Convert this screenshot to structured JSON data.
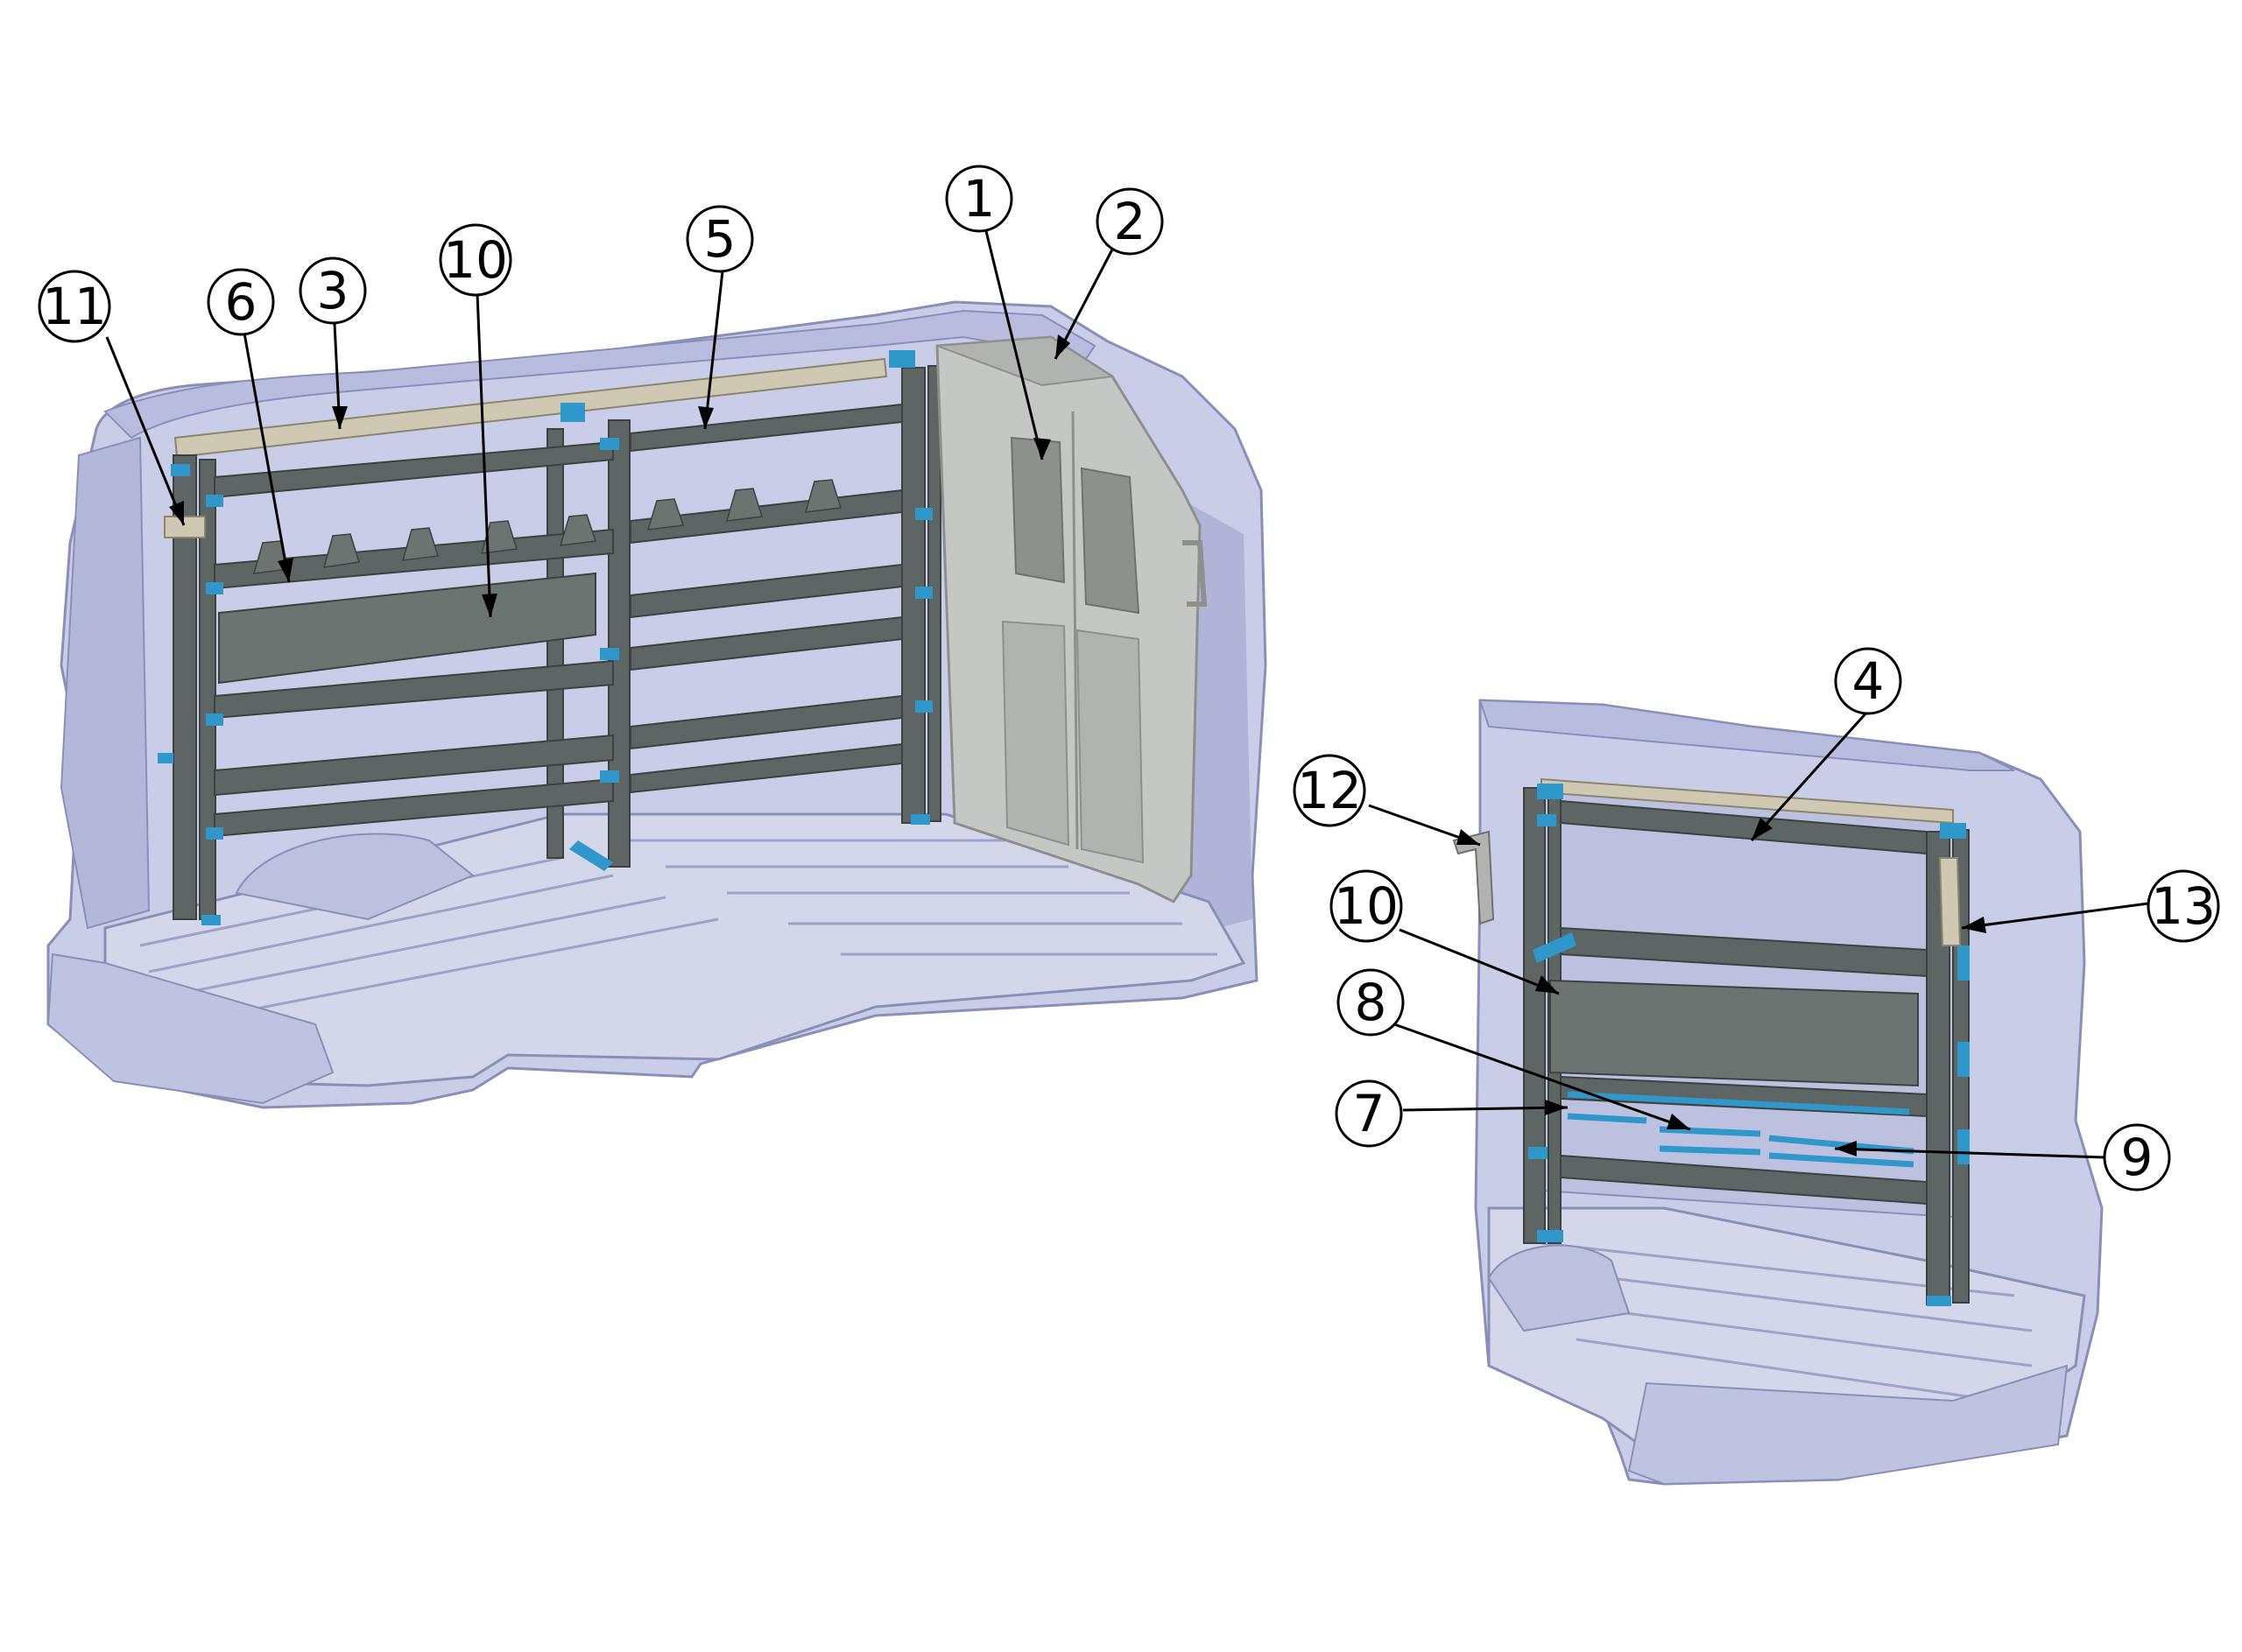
{
  "figure": {
    "colors": {
      "van_body": "#c9cde8",
      "van_body_shade": "#a9aed3",
      "floor": "#d4d7ea",
      "floor_line": "#9da2c6",
      "shelf_frame": "#5d6664",
      "shelf_dark": "#4b5351",
      "bracket": "#2f97c9",
      "partition": "#c5c7c4",
      "partition_dark": "#8d908c",
      "bin": "#6c7472",
      "callout_stroke": "#000000"
    },
    "views": [
      "left-wall-shelving-view",
      "rear-partition-view"
    ],
    "callouts": [
      {
        "id": "c1",
        "label": "1",
        "view": "left-wall-shelving-view",
        "part": "partition-panel"
      },
      {
        "id": "c2",
        "label": "2",
        "view": "left-wall-shelving-view",
        "part": "partition-top-edge"
      },
      {
        "id": "c3",
        "label": "3",
        "view": "left-wall-shelving-view",
        "part": "top-rail"
      },
      {
        "id": "c5",
        "label": "5",
        "view": "left-wall-shelving-view",
        "part": "top-shelf"
      },
      {
        "id": "c6",
        "label": "6",
        "view": "left-wall-shelving-view",
        "part": "bin-dividers"
      },
      {
        "id": "c10a",
        "label": "10",
        "view": "left-wall-shelving-view",
        "part": "door-panel"
      },
      {
        "id": "c11",
        "label": "11",
        "view": "left-wall-shelving-view",
        "part": "end-bracket"
      },
      {
        "id": "c4",
        "label": "4",
        "view": "rear-partition-view",
        "part": "top-shelf"
      },
      {
        "id": "c12",
        "label": "12",
        "view": "rear-partition-view",
        "part": "latch"
      },
      {
        "id": "c13",
        "label": "13",
        "view": "rear-partition-view",
        "part": "side-upright"
      },
      {
        "id": "c10b",
        "label": "10",
        "view": "rear-partition-view",
        "part": "door-panel"
      },
      {
        "id": "c8",
        "label": "8",
        "view": "rear-partition-view",
        "part": "rod-holder-center"
      },
      {
        "id": "c7",
        "label": "7",
        "view": "rear-partition-view",
        "part": "rod-holder-left"
      },
      {
        "id": "c9",
        "label": "9",
        "view": "rear-partition-view",
        "part": "rod-holder-right"
      }
    ]
  }
}
